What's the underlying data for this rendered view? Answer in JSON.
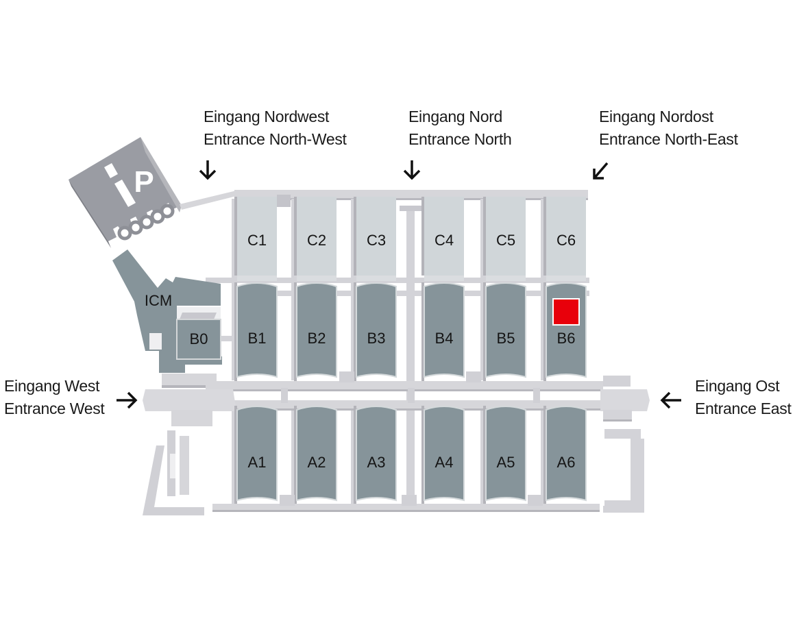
{
  "map": {
    "entrances": {
      "north_west": {
        "de": "Eingang Nordwest",
        "en": "Entrance North-West"
      },
      "north": {
        "de": "Eingang Nord",
        "en": "Entrance North"
      },
      "north_east": {
        "de": "Eingang Nordost",
        "en": "Entrance North-East"
      },
      "west": {
        "de": "Eingang West",
        "en": "Entrance West"
      },
      "east": {
        "de": "Eingang Ost",
        "en": "Entrance East"
      }
    },
    "halls": {
      "c_row": [
        "C1",
        "C2",
        "C3",
        "C4",
        "C5",
        "C6"
      ],
      "b_row": [
        "B1",
        "B2",
        "B3",
        "B4",
        "B5",
        "B6"
      ],
      "a_row": [
        "A1",
        "A2",
        "A3",
        "A4",
        "A5",
        "A6"
      ],
      "b0": "B0",
      "icm": "ICM"
    },
    "parking": {
      "symbol": "P",
      "info_symbol": "i"
    },
    "highlight": {
      "hall": "B6",
      "color": "#e8000b"
    },
    "colors": {
      "hall_dark": "#86949a",
      "hall_light": "#d0d6d9",
      "corridor": "#d6d6da",
      "corridor_shadow": "#b2b2b8",
      "parking": "#9a9ca3"
    }
  }
}
